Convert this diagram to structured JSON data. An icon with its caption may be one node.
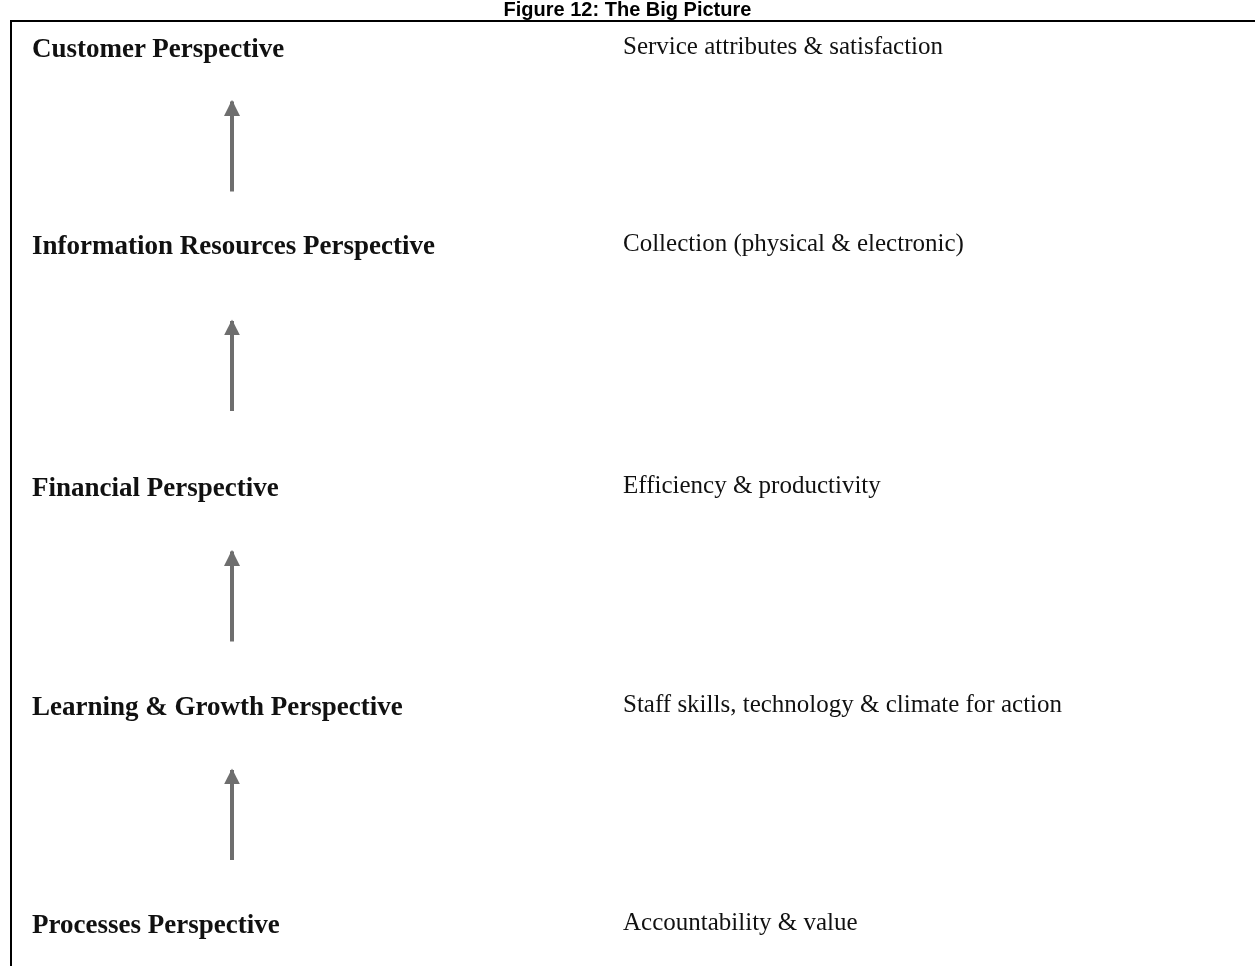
{
  "diagram": {
    "title": "Figure 12: The Big Picture",
    "nodes": [
      {
        "text": [
          "Customer Perspective"
        ]
      },
      {
        "text": [
          "Information Resources Perspective"
        ]
      },
      {
        "text": [
          "Financial Perspective"
        ]
      },
      {
        "text": [
          "Learning & Growth Perspective"
        ]
      },
      {
        "text": [
          "Processes Perspective"
        ]
      }
    ],
    "edges": [
      {
        "from": 1,
        "to": 0,
        "arrow": "to"
      },
      {
        "from": 2,
        "to": 1,
        "arrow": "to"
      },
      {
        "from": 3,
        "to": 2,
        "arrow": "to"
      },
      {
        "from": 4,
        "to": 3,
        "arrow": "to"
      }
    ],
    "labels": [
      "Service attributes & satisfaction",
      "Collection (physical & electronic)",
      "Efficiency & productivity",
      "Staff skills, technology & climate for action",
      "Accountability & value"
    ]
  }
}
